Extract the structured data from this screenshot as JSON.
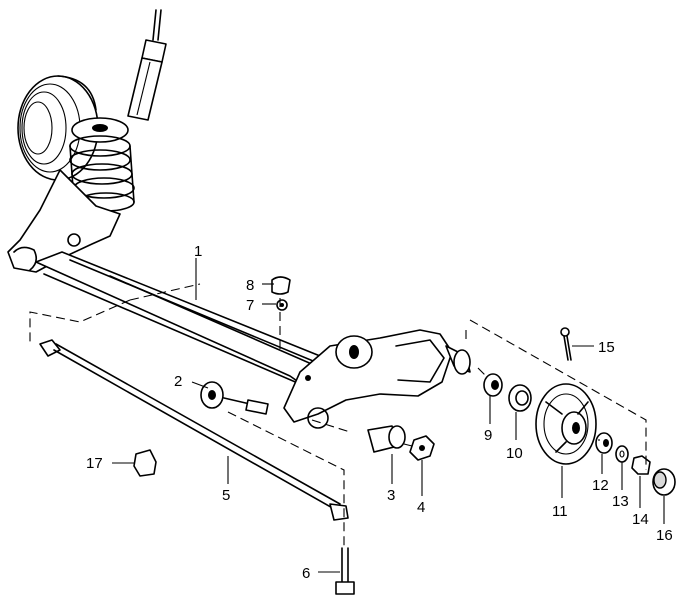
{
  "diagram": {
    "labels": {
      "p1": "1",
      "p2": "2",
      "p3": "3",
      "p4": "4",
      "p5": "5",
      "p6": "6",
      "p7": "7",
      "p8": "8",
      "p9": "9",
      "p10": "10",
      "p11": "11",
      "p12": "12",
      "p13": "13",
      "p14": "14",
      "p15": "15",
      "p16": "16",
      "p17": "17"
    }
  }
}
